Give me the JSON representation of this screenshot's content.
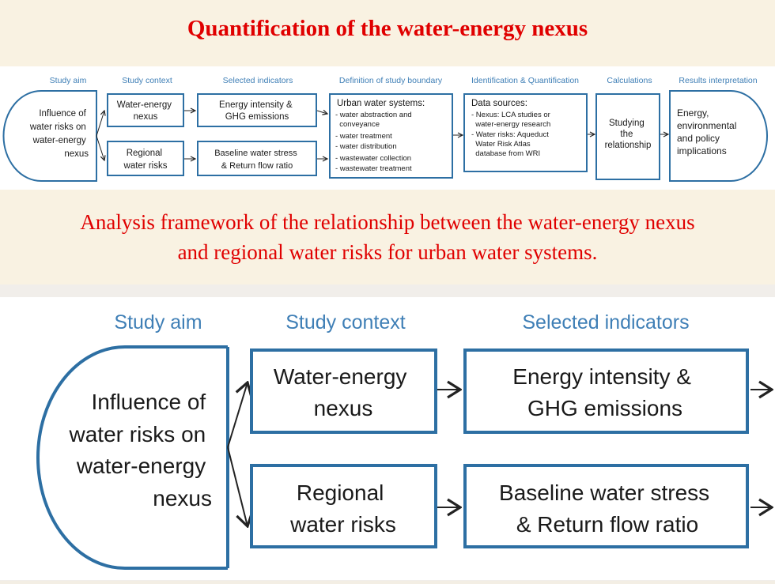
{
  "title": "Quantification of the water-energy nexus",
  "caption": {
    "line1": "Analysis framework of the relationship between the water-energy nexus",
    "line2": "and regional water risks for urban water systems."
  },
  "colors": {
    "box_border": "#2d6fa3",
    "header_text": "#3f7fb6",
    "title_red": "#e00000"
  },
  "framework": {
    "headers": {
      "study_aim": "Study aim",
      "study_context": "Study context",
      "selected_indicators": "Selected indicators",
      "study_boundary": "Definition of study boundary",
      "identification": "Identification & Quantification",
      "calculations": "Calculations",
      "results": "Results interpretation"
    },
    "aim": [
      "Influence of",
      "water risks on",
      "water-energy",
      "nexus"
    ],
    "context_top": [
      "Water-energy",
      "nexus"
    ],
    "context_bottom": [
      "Regional",
      "water risks"
    ],
    "indicator_top": [
      "Energy intensity &",
      "GHG emissions"
    ],
    "indicator_bottom": [
      "Baseline water stress",
      "& Return flow ratio"
    ],
    "boundary_title": "Urban water systems:",
    "boundary_items": [
      "- water abstraction and",
      "  conveyance",
      "- water treatment",
      "- water distribution",
      "- wastewater collection",
      "- wastewater treatment"
    ],
    "sources_title": "Data sources:",
    "sources_items": [
      "- Nexus: LCA studies or",
      "  water-energy research",
      "- Water risks: Aqueduct",
      "  Water Risk Atlas",
      "  database from WRI"
    ],
    "calc": [
      "Studying",
      "the",
      "relationship"
    ],
    "results": [
      "Energy,",
      "environmental",
      "and policy",
      "implications"
    ]
  }
}
